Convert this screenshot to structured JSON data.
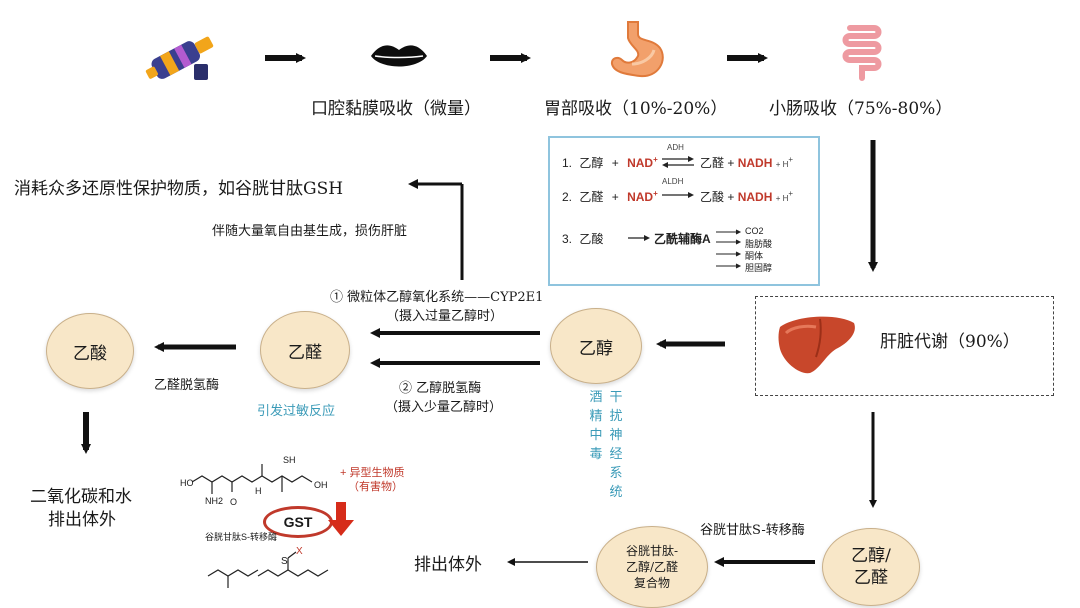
{
  "top_row": {
    "oral": "口腔黏膜吸收（微量）",
    "stomach": "胃部吸收（10%-20%）",
    "intestine": "小肠吸收（75%-80%）"
  },
  "reactions": {
    "r1": {
      "num": "1.",
      "left": "乙醇",
      "plus1": "+",
      "cof": "NAD",
      "sup": "+",
      "enzyme": "ADH",
      "product": "乙醛",
      "plus2": "+",
      "prod2": "NADH",
      "plus3": "+ H",
      "sup2": "+"
    },
    "r2": {
      "num": "2.",
      "left": "乙醛",
      "plus1": "+",
      "cof": "NAD",
      "sup": "+",
      "enzyme": "ALDH",
      "product": "乙酸",
      "plus2": "+",
      "prod2": "NADH",
      "plus3": "+ H",
      "sup2": "+"
    },
    "r3": {
      "num": "3.",
      "left": "乙酸",
      "product": "乙酰辅酶A",
      "outs": [
        "CO2",
        "脂肪酸",
        "酮体",
        "胆固醇"
      ]
    }
  },
  "left_top": {
    "gsh": "消耗众多还原性保护物质，如谷胱甘肽GSH",
    "radical": "伴随大量氧自由基生成，损伤肝脏"
  },
  "middle": {
    "meos": "① 微粒体乙醇氧化系统——CYP2E1",
    "meos_note": "（摄入过量乙醇时）",
    "adh": "② 乙醇脱氢酶",
    "adh_note": "（摄入少量乙醇时）",
    "aldh": "乙醛脱氢酶",
    "allergy": "引发过敏反应"
  },
  "circles": {
    "acetic": "乙酸",
    "acetaldehyde": "乙醛",
    "ethanol": "乙醇",
    "ethanol_acetaldehyde": "乙醇/乙醛",
    "complex": "谷胱甘肽-乙醇/乙醛复合物"
  },
  "liver": {
    "label": "肝脏代谢（90%）"
  },
  "co2_water": {
    "line1": "二氧化碳和水",
    "line2": "排出体外"
  },
  "alcohol_poison": {
    "col1": "酒精中毒",
    "col2": "干扰神经系统"
  },
  "gst_panel": {
    "sh": "SH",
    "xeno": "+ 异型生物质",
    "harmful": "（有害物）",
    "gst": "GST",
    "enzyme": "谷胱甘肽S-转移酶",
    "x": "X",
    "s": "S",
    "oh": "HO",
    "nh2": "NH2",
    "h": "H",
    "oh_right": "OH",
    "o": "O"
  },
  "bottom": {
    "gst_enzyme": "谷胱甘肽S-转移酶",
    "excrete": "排出体外"
  }
}
